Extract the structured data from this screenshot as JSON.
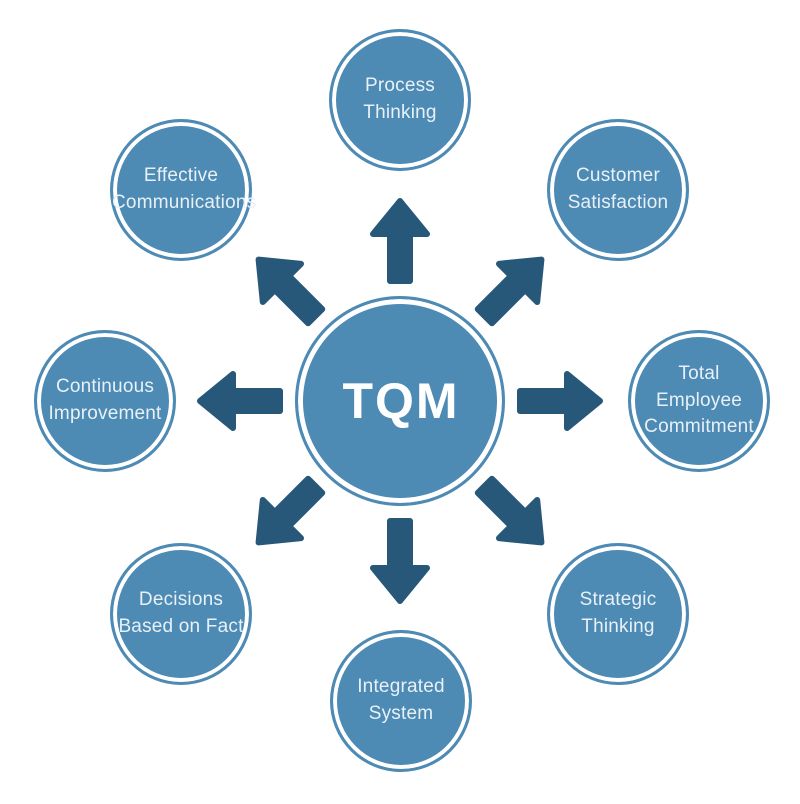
{
  "diagram": {
    "center": {
      "label": "TQM"
    },
    "nodes": [
      {
        "id": "process-thinking",
        "label": "Process\nThinking"
      },
      {
        "id": "customer-satisfaction",
        "label": "Customer\nSatisfaction"
      },
      {
        "id": "total-employee-commitment",
        "label": "Total\nEmployee\nCommitment"
      },
      {
        "id": "strategic-thinking",
        "label": "Strategic\nThinking"
      },
      {
        "id": "integrated-system",
        "label": "Integrated\nSystem"
      },
      {
        "id": "decisions-based-on-fact",
        "label": "Decisions\nBased on Fact"
      },
      {
        "id": "continuous-improvement",
        "label": "Continuous\nImprovement"
      },
      {
        "id": "effective-communications",
        "label": "Effective\nCommunications"
      }
    ],
    "arrows": [
      "up",
      "up-right",
      "right",
      "down-right",
      "down",
      "down-left",
      "left",
      "up-left"
    ],
    "colors": {
      "node_fill": "#4d8ab4",
      "arrow": "#275879",
      "ring": "#ffffff",
      "background": "#ffffff",
      "label_text": "#e8f1f7",
      "center_text": "#ffffff"
    }
  }
}
